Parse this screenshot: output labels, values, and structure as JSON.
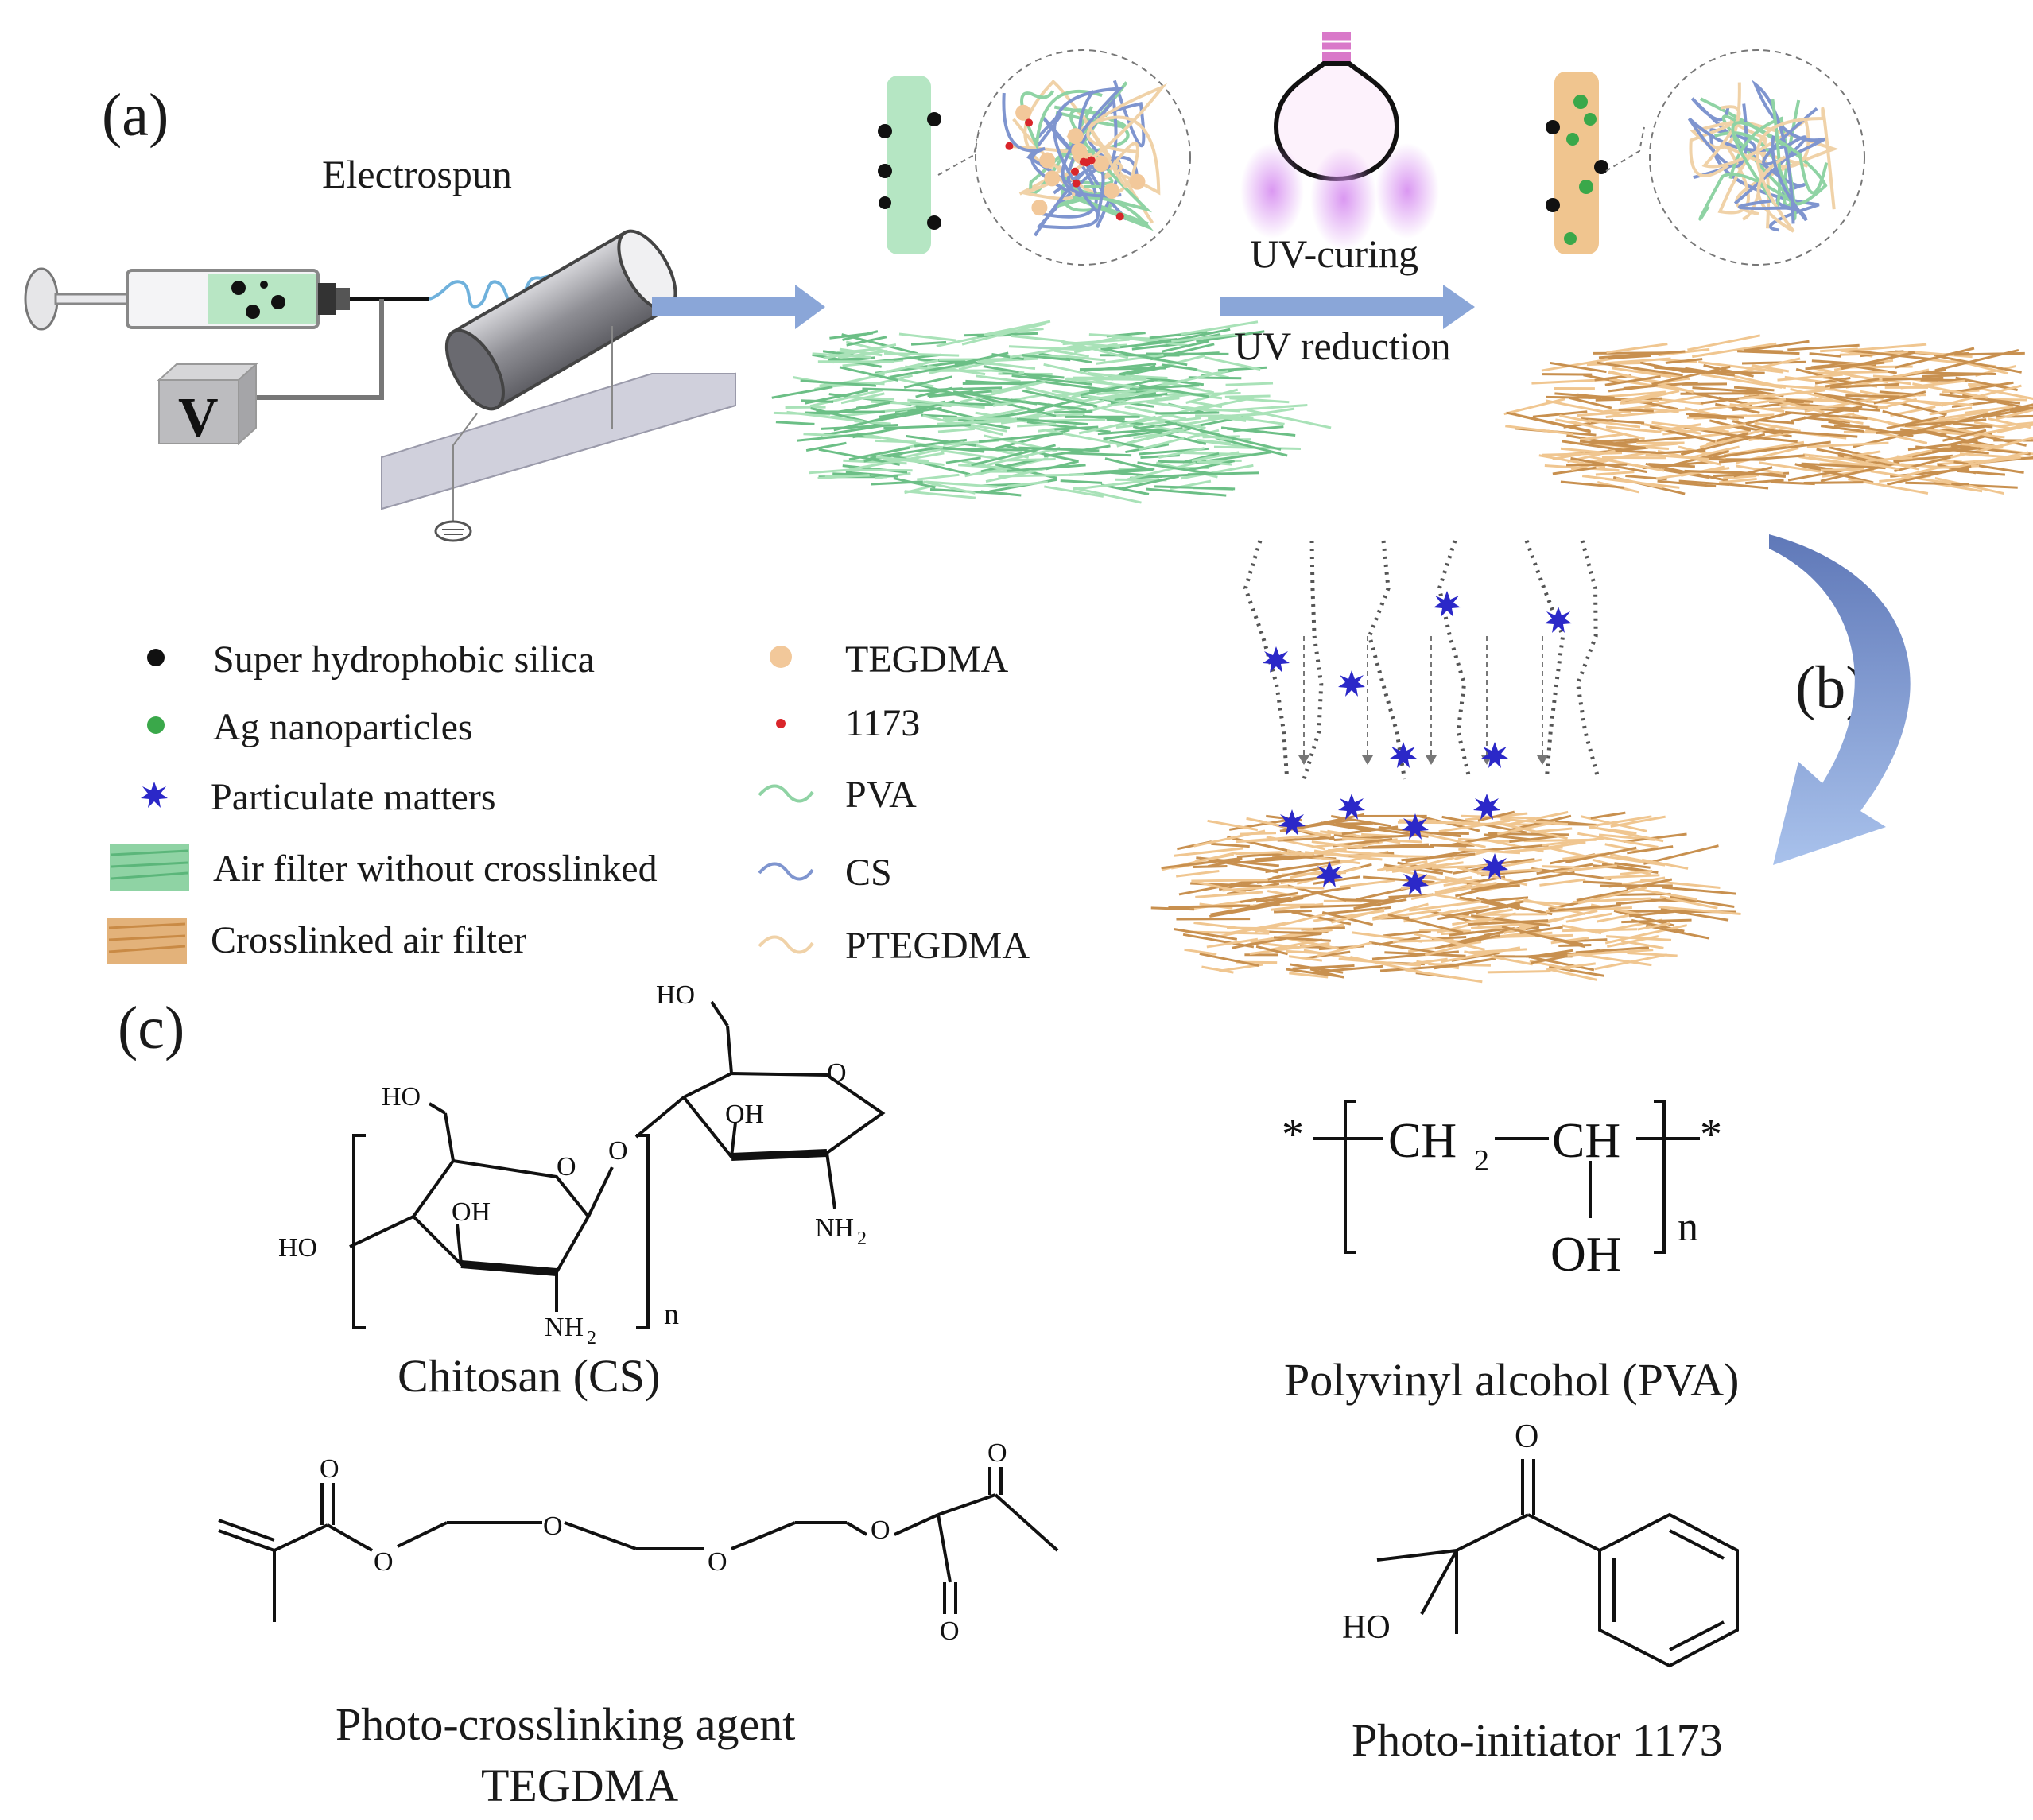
{
  "panels": {
    "a": "(a)",
    "b": "(b)",
    "c": "(c)"
  },
  "process": {
    "electrospun": "Electrospun",
    "voltage": "V",
    "uv_curing": "UV-curing",
    "uv_reduction": "UV reduction"
  },
  "legend_left": [
    {
      "label": "Super hydrophobic silica",
      "symbol": "black-dot",
      "color": "#111111"
    },
    {
      "label": "Ag nanoparticles",
      "symbol": "green-dot",
      "color": "#3aa84a"
    },
    {
      "label": "Particulate matters",
      "symbol": "blue-star",
      "color": "#2b28c8"
    },
    {
      "label": "Air filter without crosslinked",
      "symbol": "green-mat",
      "color": "#8fd3a4"
    },
    {
      "label": "Crosslinked air filter",
      "symbol": "orange-mat",
      "color": "#e3b27a"
    }
  ],
  "legend_right": [
    {
      "label": "TEGDMA",
      "symbol": "tan-dot",
      "color": "#f2c89a"
    },
    {
      "label": "1173",
      "symbol": "red-dot",
      "color": "#d9252a"
    },
    {
      "label": "PVA",
      "symbol": "green-wave",
      "color": "#8fd3a4"
    },
    {
      "label": "CS",
      "symbol": "blue-wave",
      "color": "#7f95cf"
    },
    {
      "label": "PTEGDMA",
      "symbol": "tan-wave",
      "color": "#f0d2a8"
    }
  ],
  "structures": {
    "chitosan": {
      "name": "Chitosan (CS)",
      "atoms": {
        "ho_top": "HO",
        "ho_left": "HO",
        "ho_ring2": "HO",
        "oh1": "OH",
        "oh2": "OH",
        "o_ring1": "O",
        "o_link": "O",
        "o_ring2": "O",
        "nh2_1": "NH",
        "nh2_2": "NH",
        "sub2": "2",
        "n": "n"
      }
    },
    "pva": {
      "name": "Polyvinyl alcohol (PVA)",
      "atoms": {
        "star": "*",
        "ch2": "CH",
        "sub2": "2",
        "ch": "CH",
        "oh": "OH",
        "n": "n"
      }
    },
    "tegdma": {
      "name_line1": "Photo-crosslinking agent",
      "name_line2": "TEGDMA",
      "atoms": {
        "o": "O"
      }
    },
    "initiator": {
      "name": "Photo-initiator 1173",
      "atoms": {
        "o": "O",
        "ho": "HO"
      }
    }
  },
  "colors": {
    "arrow": "#8aa6d8",
    "green_fiber": "#8fd3a4",
    "orange_fiber": "#d9a56a",
    "pm": "#2b28c8",
    "uv": "#c77be0"
  }
}
